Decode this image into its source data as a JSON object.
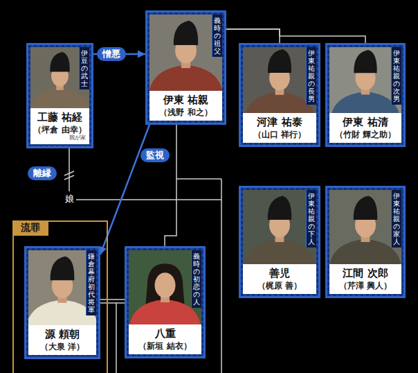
{
  "diagram": {
    "nodes": [
      {
        "text": [
          "伊豆の武士",
          "工藤 祐経",
          "（坪倉 由幸）",
          "我が家"
        ]
      },
      {
        "text": [
          "義時の祖父",
          "伊東 祐親",
          "（浅野 和之）"
        ]
      },
      {
        "text": [
          "伊東祐親の長男",
          "河津 祐泰",
          "（山口 祥行）"
        ]
      },
      {
        "text": [
          "伊東祐親の次男",
          "伊東 祐清",
          "（竹財 輝之助）"
        ]
      },
      {
        "text": [
          "伊東祐親の下人",
          "善児",
          "（梶原 善）"
        ]
      },
      {
        "text": [
          "伊東祐親の家人",
          "江間 次郎",
          "（芹澤 興人）"
        ]
      },
      {
        "text": [
          "流罪"
        ]
      },
      {
        "text": [
          "鎌倉幕府初代将軍",
          "源 頼朝",
          "（大泉 洋）"
        ],
        "in": 6
      },
      {
        "text": [
          "義時の初恋の人",
          "八重",
          "（新垣 結衣）"
        ]
      }
    ],
    "edges": [
      {
        "from": 0,
        "to": 1,
        "arrow": "to",
        "label": "憎悪"
      },
      {
        "from": 1,
        "to": 2,
        "arrow": "none"
      },
      {
        "from": 1,
        "to": 3,
        "arrow": "none"
      },
      {
        "from": 1,
        "to": 7,
        "arrow": "to",
        "label": "監視"
      },
      {
        "from": 1,
        "to": 8,
        "arrow": "none"
      },
      {
        "from": 7,
        "to": 8,
        "arrow": "none"
      }
    ],
    "labels": [
      "離縁",
      "娘"
    ]
  }
}
